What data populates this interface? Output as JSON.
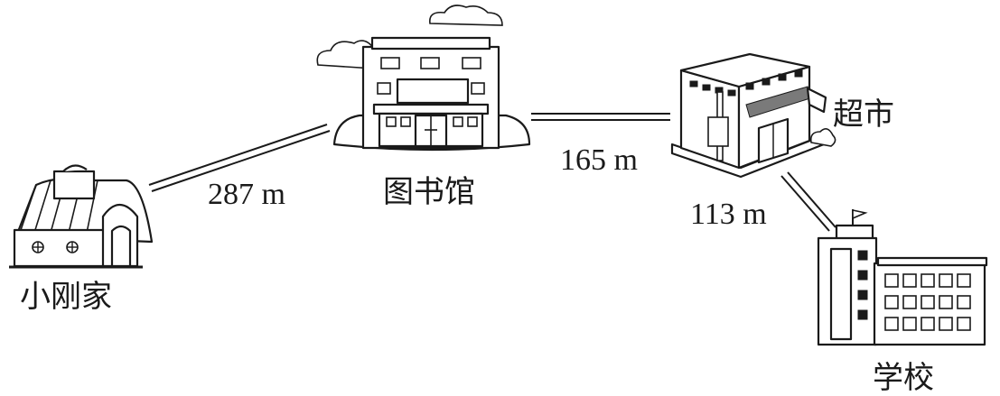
{
  "places": {
    "home": "小刚家",
    "library": "图书馆",
    "supermarket": "超市",
    "school": "学校"
  },
  "distances": {
    "home_to_library": "287 m",
    "library_to_supermarket": "165 m",
    "supermarket_to_school": "113 m"
  }
}
